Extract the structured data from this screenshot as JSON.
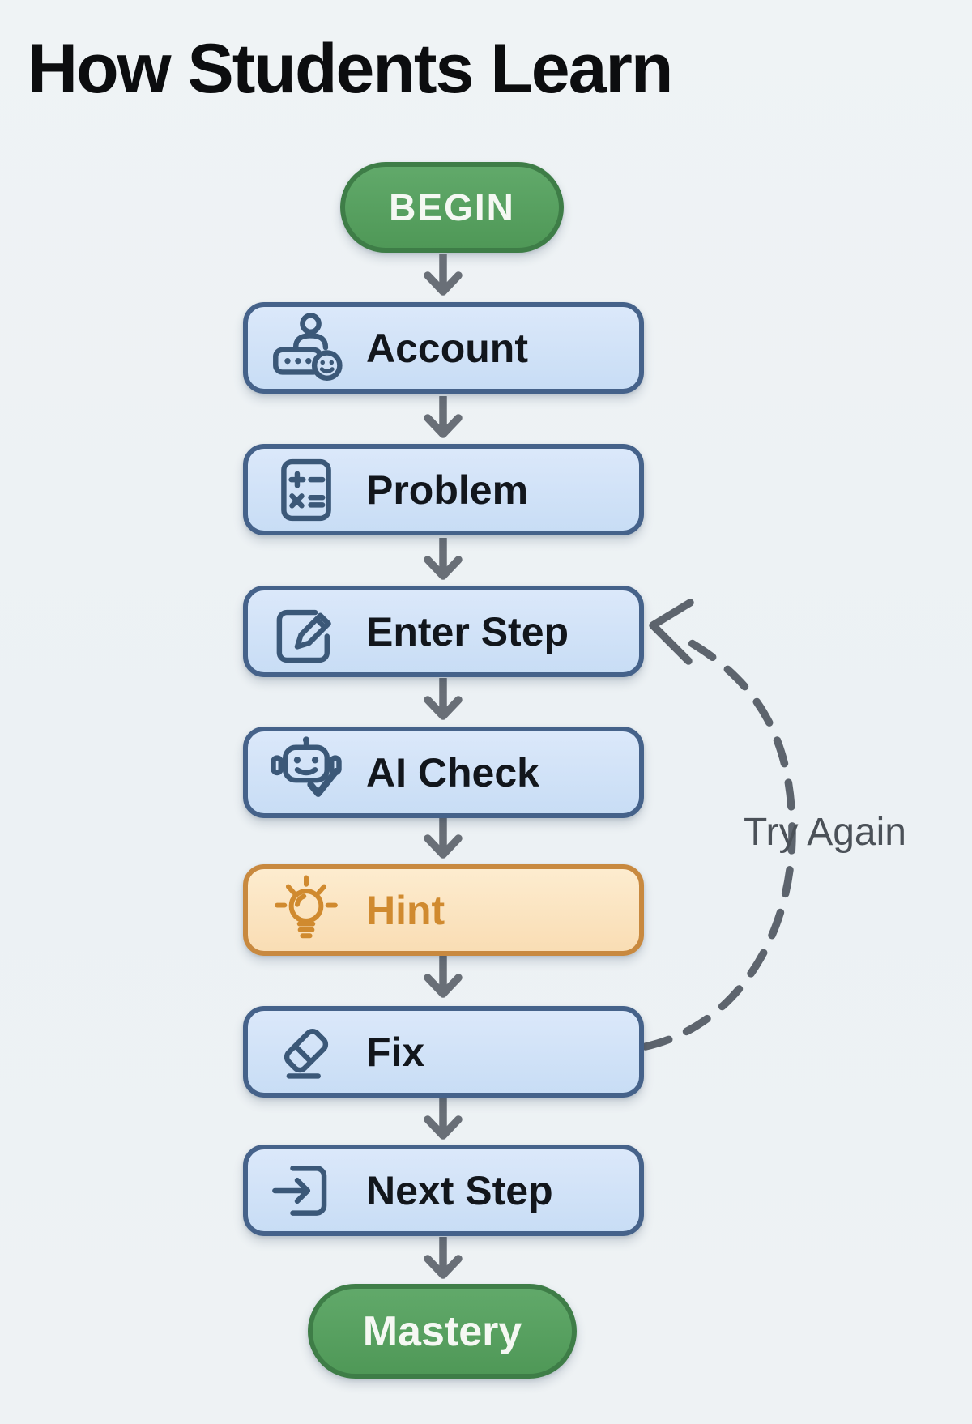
{
  "title": "How Students Learn",
  "nodes": [
    {
      "id": "begin",
      "label": "BEGIN",
      "type": "start",
      "icon": null
    },
    {
      "id": "account",
      "label": "Account",
      "type": "process",
      "icon": "user-account-icon"
    },
    {
      "id": "problem",
      "label": "Problem",
      "type": "process",
      "icon": "calculator-icon"
    },
    {
      "id": "enter-step",
      "label": "Enter Step",
      "type": "process",
      "icon": "edit-pencil-icon"
    },
    {
      "id": "ai-check",
      "label": "AI Check",
      "type": "process",
      "icon": "robot-check-icon"
    },
    {
      "id": "hint",
      "label": "Hint",
      "type": "highlight",
      "icon": "lightbulb-icon"
    },
    {
      "id": "fix",
      "label": "Fix",
      "type": "process",
      "icon": "eraser-icon"
    },
    {
      "id": "next-step",
      "label": "Next Step",
      "type": "process",
      "icon": "arrow-enter-icon"
    },
    {
      "id": "mastery",
      "label": "Mastery",
      "type": "end",
      "icon": null
    }
  ],
  "edges": {
    "main_flow": [
      "begin",
      "account",
      "problem",
      "enter-step",
      "ai-check",
      "hint",
      "fix",
      "next-step",
      "mastery"
    ],
    "loop": {
      "from": "fix",
      "to": "enter-step",
      "label": "Try Again",
      "style": "dashed"
    }
  },
  "colors": {
    "background": "#eef2f4",
    "process_fill": "#cfe0f6",
    "process_border": "#45628a",
    "process_text": "#12161c",
    "icon_blue": "#3b5878",
    "hint_fill": "#fbe3c0",
    "hint_border": "#c8893f",
    "hint_text": "#d08a2f",
    "pill_fill": "#57a05c",
    "pill_border": "#3e7d47",
    "pill_text": "#f5f8f3",
    "arrow_gray": "#696f77",
    "loop_dash_gray": "#5d646d",
    "loop_label_text": "#4b5158",
    "title_text": "#0c0d0f"
  }
}
